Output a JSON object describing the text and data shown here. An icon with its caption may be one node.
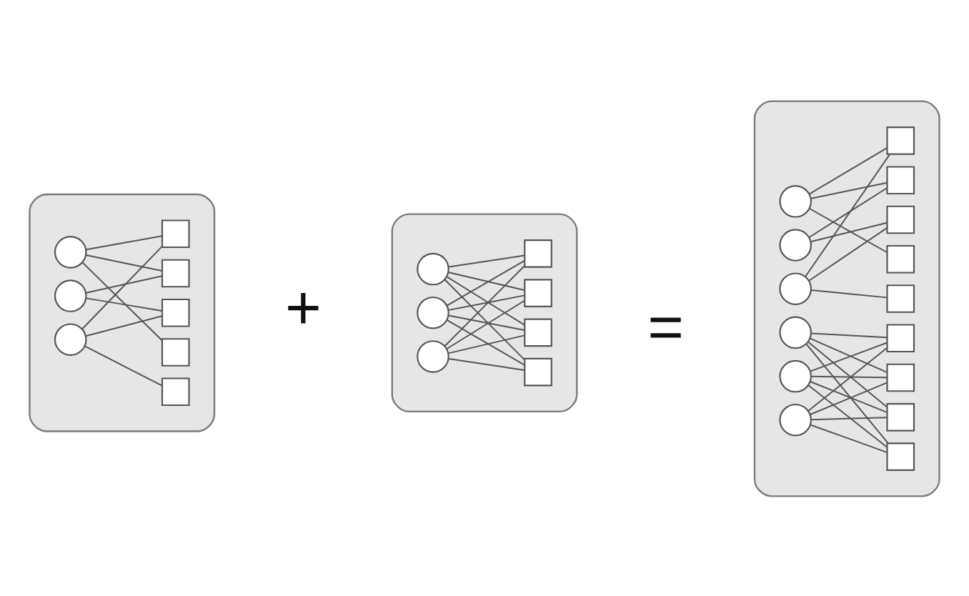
{
  "diagram": {
    "nodes": [
      {
        "text": [],
        "shape": "ellipse"
      },
      {
        "text": [],
        "shape": "circle",
        "in": 0
      },
      {
        "text": [],
        "shape": "circle",
        "in": 0
      },
      {
        "text": [],
        "shape": "circle",
        "in": 0
      },
      {
        "text": [],
        "shape": "box",
        "in": 0
      },
      {
        "text": [],
        "shape": "box",
        "in": 0
      },
      {
        "text": [],
        "shape": "box",
        "in": 0
      },
      {
        "text": [],
        "shape": "box",
        "in": 0
      },
      {
        "text": [],
        "shape": "box",
        "in": 0
      },
      {
        "text": [],
        "shape": "ellipse"
      },
      {
        "text": [],
        "shape": "circle",
        "in": 9
      },
      {
        "text": [],
        "shape": "circle",
        "in": 9
      },
      {
        "text": [],
        "shape": "circle",
        "in": 9
      },
      {
        "text": [],
        "shape": "box",
        "in": 9
      },
      {
        "text": [],
        "shape": "box",
        "in": 9
      },
      {
        "text": [],
        "shape": "box",
        "in": 9
      },
      {
        "text": [],
        "shape": "box",
        "in": 9
      },
      {
        "text": [],
        "shape": "ellipse"
      },
      {
        "text": [],
        "shape": "circle",
        "in": 17
      },
      {
        "text": [],
        "shape": "circle",
        "in": 17
      },
      {
        "text": [],
        "shape": "circle",
        "in": 17
      },
      {
        "text": [],
        "shape": "box",
        "in": 17
      },
      {
        "text": [],
        "shape": "box",
        "in": 17
      },
      {
        "text": [],
        "shape": "box",
        "in": 17
      },
      {
        "text": [],
        "shape": "box",
        "in": 17
      },
      {
        "text": [],
        "shape": "box",
        "in": 17
      },
      {
        "text": [],
        "shape": "circle",
        "in": 17
      },
      {
        "text": [],
        "shape": "circle",
        "in": 17
      },
      {
        "text": [],
        "shape": "circle",
        "in": 17
      },
      {
        "text": [],
        "shape": "box",
        "in": 17
      },
      {
        "text": [],
        "shape": "box",
        "in": 17
      },
      {
        "text": [],
        "shape": "box",
        "in": 17
      },
      {
        "text": [],
        "shape": "box",
        "in": 17
      }
    ],
    "edges": [
      {
        "from": 1,
        "to": 4,
        "arrow": "none"
      },
      {
        "from": 1,
        "to": 5,
        "arrow": "none"
      },
      {
        "from": 1,
        "to": 7,
        "arrow": "none"
      },
      {
        "from": 2,
        "to": 5,
        "arrow": "none"
      },
      {
        "from": 2,
        "to": 6,
        "arrow": "none"
      },
      {
        "from": 3,
        "to": 4,
        "arrow": "none"
      },
      {
        "from": 3,
        "to": 6,
        "arrow": "none"
      },
      {
        "from": 3,
        "to": 8,
        "arrow": "none"
      },
      {
        "from": 10,
        "to": 13,
        "arrow": "none"
      },
      {
        "from": 10,
        "to": 14,
        "arrow": "none"
      },
      {
        "from": 10,
        "to": 15,
        "arrow": "none"
      },
      {
        "from": 10,
        "to": 16,
        "arrow": "none"
      },
      {
        "from": 11,
        "to": 13,
        "arrow": "none"
      },
      {
        "from": 11,
        "to": 14,
        "arrow": "none"
      },
      {
        "from": 11,
        "to": 15,
        "arrow": "none"
      },
      {
        "from": 11,
        "to": 16,
        "arrow": "none"
      },
      {
        "from": 12,
        "to": 13,
        "arrow": "none"
      },
      {
        "from": 12,
        "to": 14,
        "arrow": "none"
      },
      {
        "from": 12,
        "to": 15,
        "arrow": "none"
      },
      {
        "from": 12,
        "to": 16,
        "arrow": "none"
      },
      {
        "from": 18,
        "to": 21,
        "arrow": "none"
      },
      {
        "from": 18,
        "to": 22,
        "arrow": "none"
      },
      {
        "from": 18,
        "to": 24,
        "arrow": "none"
      },
      {
        "from": 19,
        "to": 22,
        "arrow": "none"
      },
      {
        "from": 19,
        "to": 23,
        "arrow": "none"
      },
      {
        "from": 20,
        "to": 21,
        "arrow": "none"
      },
      {
        "from": 20,
        "to": 23,
        "arrow": "none"
      },
      {
        "from": 20,
        "to": 25,
        "arrow": "none"
      },
      {
        "from": 26,
        "to": 29,
        "arrow": "none"
      },
      {
        "from": 26,
        "to": 30,
        "arrow": "none"
      },
      {
        "from": 26,
        "to": 31,
        "arrow": "none"
      },
      {
        "from": 26,
        "to": 32,
        "arrow": "none"
      },
      {
        "from": 27,
        "to": 29,
        "arrow": "none"
      },
      {
        "from": 27,
        "to": 30,
        "arrow": "none"
      },
      {
        "from": 27,
        "to": 31,
        "arrow": "none"
      },
      {
        "from": 27,
        "to": 32,
        "arrow": "none"
      },
      {
        "from": 28,
        "to": 29,
        "arrow": "none"
      },
      {
        "from": 28,
        "to": 30,
        "arrow": "none"
      },
      {
        "from": 28,
        "to": 31,
        "arrow": "none"
      },
      {
        "from": 28,
        "to": 32,
        "arrow": "none"
      }
    ],
    "labels": [
      "+",
      "="
    ]
  }
}
